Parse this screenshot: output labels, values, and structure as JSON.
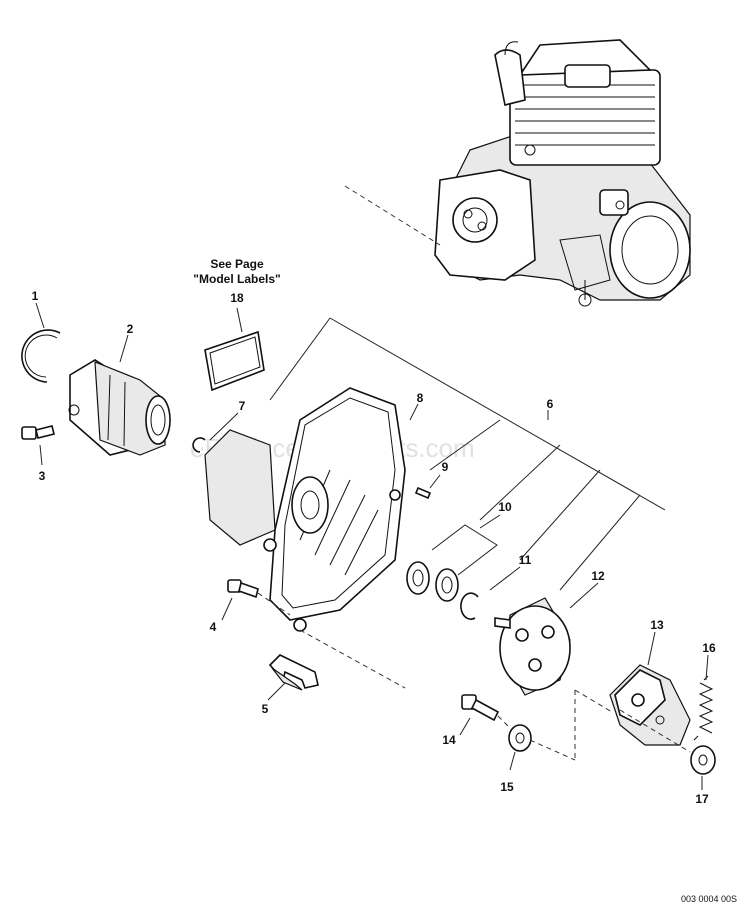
{
  "diagram": {
    "note_line1": "See Page",
    "note_line2": "\"Model Labels\"",
    "watermark": "eReplacementParts.com",
    "figure_code": "003 0004 00S",
    "callouts": {
      "c1": "1",
      "c2": "2",
      "c3": "3",
      "c4": "4",
      "c5": "5",
      "c6": "6",
      "c7": "7",
      "c8": "8",
      "c9": "9",
      "c10": "10",
      "c11": "11",
      "c12": "12",
      "c13": "13",
      "c14": "14",
      "c15": "15",
      "c16": "16",
      "c17": "17",
      "c18": "18"
    }
  }
}
